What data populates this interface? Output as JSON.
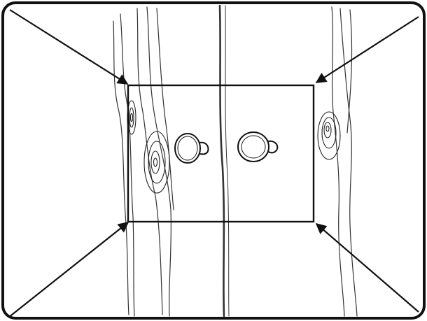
{
  "figure": {
    "description_visible_text": "",
    "border_color": "#111111",
    "line_color": "#1a1a1a",
    "grain_color": "#333333",
    "background": "#ffffff"
  },
  "elements": {
    "arrows": [
      "top-left-arrow",
      "top-right-arrow",
      "bottom-left-arrow",
      "bottom-right-arrow"
    ],
    "cups": [
      "left-cup",
      "right-cup"
    ],
    "rectangle": "center-rectangle"
  }
}
